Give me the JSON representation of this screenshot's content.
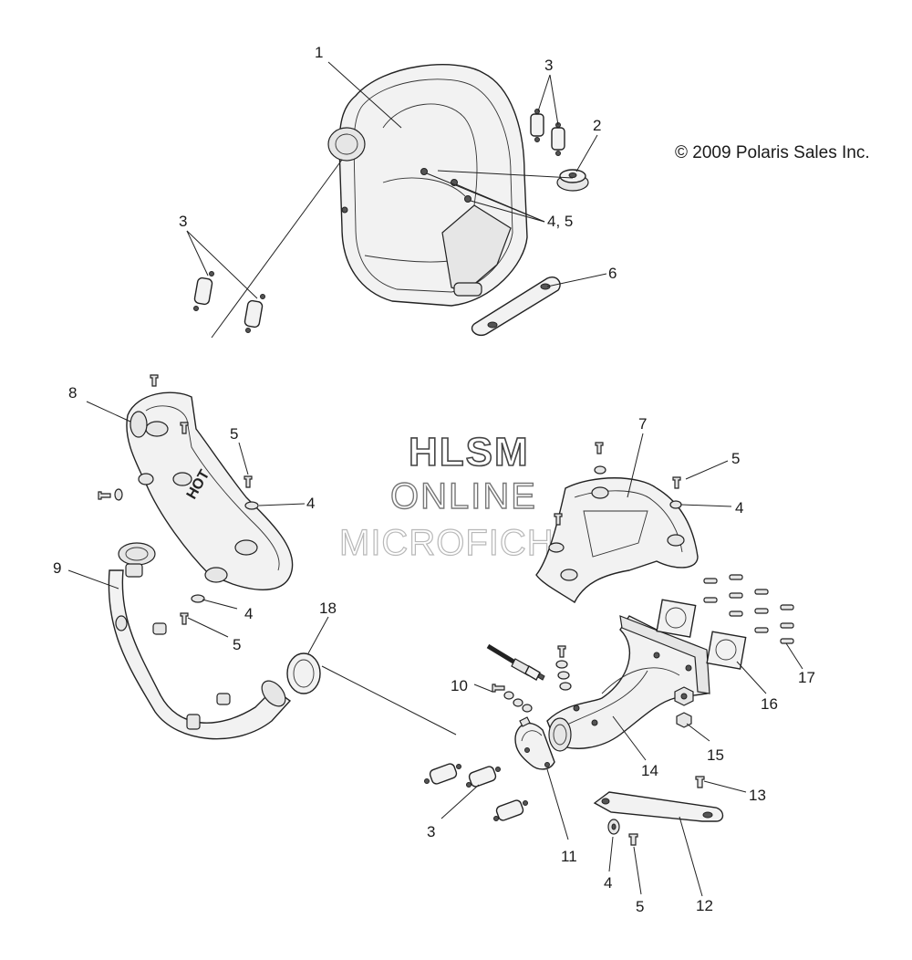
{
  "copyright": "© 2009 Polaris Sales Inc.",
  "watermark": {
    "line1": "HLSM",
    "line2": "ONLINE",
    "line3": "MICROFICHE"
  },
  "part_stamp": "HOT",
  "callouts": [
    "1",
    "2",
    "3",
    "4, 5",
    "6",
    "3",
    "8",
    "5",
    "4",
    "9",
    "4",
    "5",
    "18",
    "7",
    "5",
    "4",
    "10",
    "14",
    "15",
    "16",
    "17",
    "13",
    "3",
    "11",
    "4",
    "5",
    "12"
  ]
}
